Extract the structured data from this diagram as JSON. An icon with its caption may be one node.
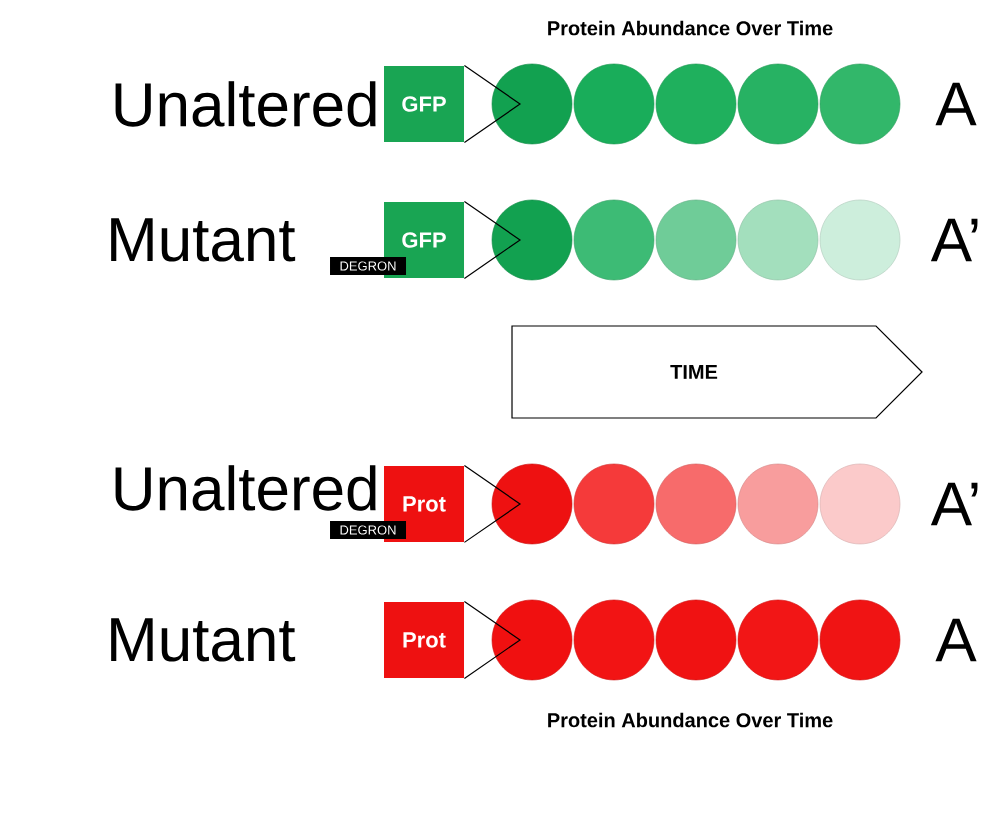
{
  "diagram": {
    "nodes": [
      {
        "text": [
          "GFP"
        ]
      },
      {
        "text": [],
        "shape": "circle"
      },
      {
        "text": [],
        "shape": "circle"
      },
      {
        "text": [],
        "shape": "circle"
      },
      {
        "text": [],
        "shape": "circle"
      },
      {
        "text": [],
        "shape": "circle"
      },
      {
        "text": [
          "GFP"
        ]
      },
      {
        "text": [
          "DEGRON"
        ]
      },
      {
        "text": [],
        "shape": "circle"
      },
      {
        "text": [],
        "shape": "circle"
      },
      {
        "text": [],
        "shape": "circle"
      },
      {
        "text": [],
        "shape": "circle"
      },
      {
        "text": [],
        "shape": "circle"
      },
      {
        "text": [
          "TIME"
        ]
      },
      {
        "text": [
          "Prot"
        ]
      },
      {
        "text": [
          "DEGRON"
        ]
      },
      {
        "text": [],
        "shape": "circle"
      },
      {
        "text": [],
        "shape": "circle"
      },
      {
        "text": [],
        "shape": "circle"
      },
      {
        "text": [],
        "shape": "circle"
      },
      {
        "text": [],
        "shape": "circle"
      },
      {
        "text": [
          "Prot"
        ]
      },
      {
        "text": [],
        "shape": "circle"
      },
      {
        "text": [],
        "shape": "circle"
      },
      {
        "text": [],
        "shape": "circle"
      },
      {
        "text": [],
        "shape": "circle"
      },
      {
        "text": [],
        "shape": "circle"
      }
    ],
    "edges": [
      {
        "from": 0,
        "to": 1,
        "arrow": "none"
      },
      {
        "from": 6,
        "to": 8,
        "arrow": "none"
      },
      {
        "from": 14,
        "to": 16,
        "arrow": "none"
      },
      {
        "from": 21,
        "to": 22,
        "arrow": "none"
      }
    ],
    "labels": [
      "Protein Abundance Over Time",
      "Unaltered",
      "A",
      "Mutant",
      "A’",
      "Unaltered",
      "A’",
      "Mutant",
      "A",
      "Protein Abundance Over Time"
    ]
  }
}
